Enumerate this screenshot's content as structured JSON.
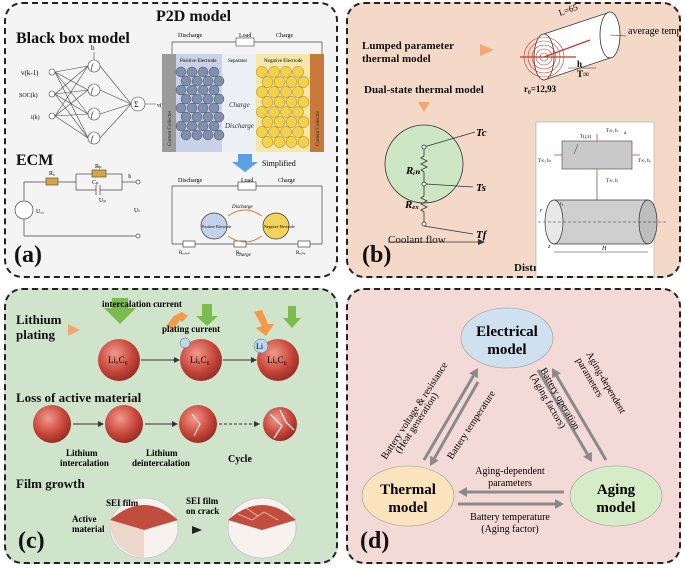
{
  "panel_a": {
    "tag": "(a)",
    "title": "P2D model",
    "black_box": "Black box model",
    "ecm": "ECM",
    "nn_inputs": [
      "v(k-1)",
      "SOC(k)",
      "i(k)"
    ],
    "nn_output": "v(k)",
    "nn_b": "b",
    "nn_f": "f",
    "nn_sum": "Σ",
    "ecm_labels": {
      "r0": "R₀",
      "rp": "Rₚ",
      "cp": "Cₚ",
      "up": "Uₚ",
      "i": "Iₗ",
      "uoc": "U꜀꜀",
      "ut": "Uₜ"
    },
    "p2d_top": {
      "discharge": "Discharge",
      "load": "Load",
      "charge": "Charge",
      "positive": "Positive Electrode",
      "separator": "Separator",
      "negative": "Negative Electrode",
      "cc_left": "Current Collector",
      "cc_right": "Current Collector",
      "charge_mid": "Charge",
      "discharge_mid": "Discharge"
    },
    "simplified": "Simplified",
    "p2d_bottom": {
      "discharge": "Discharge",
      "load": "Load",
      "charge": "Charge",
      "pos": "Positive Electrode",
      "neg": "Negative Electrode",
      "r_left": "Rₑ,ₛₑₚ",
      "r_mid": "Rₑ",
      "r_right": "Rₑ,ₙₑ",
      "d_top": "Discharge",
      "c_bottom": "Charge"
    }
  },
  "panel_b": {
    "tag": "(b)",
    "lumped": "Lumped parameter thermal model",
    "dual": "Dual-state thermal model",
    "distributed": "Distributed thermal model",
    "coolant": "Coolant flow",
    "avg_temp": "average temperature",
    "length": "L=65",
    "h_label": "h",
    "t_inf": "T∞",
    "radius": "r₀=12,93",
    "rin": "Rᵢₙ",
    "rex": "Rₑₓ",
    "tc": "Tc",
    "ts": "Ts",
    "tf": "Tf",
    "grid_labels": {
      "tz": "T(r,z)",
      "tinf_h": "T∞, h",
      "tinf_h2": "T∞, h",
      "tinf_l": "T∞, hₗ",
      "tinf_r": "T∞, hᵣ",
      "a": "a",
      "r": "r",
      "z": "z",
      "H": "H",
      "r0": "r₀"
    }
  },
  "panel_c": {
    "tag": "(c)",
    "lithium": "Lithium",
    "plating": "plating",
    "intercalation_current": "intercalation current",
    "plating_current": "plating current",
    "li": "Li",
    "particles": [
      "LiₓC₆",
      "LiₓC₆",
      "LiₓC₆"
    ],
    "loss": "Loss of active material",
    "lithium_intercalation": [
      "Lithium",
      "intercalation"
    ],
    "lithium_deintercalation": [
      "Lithium",
      "deintercalation"
    ],
    "cycle": "Cycle",
    "film": "Film growth",
    "sei_film": "SEI film",
    "active": [
      "Active",
      "material"
    ],
    "sei_crack": [
      "SEI film",
      "on crack"
    ]
  },
  "panel_d": {
    "tag": "(d)",
    "electrical": [
      "Electrical",
      "model"
    ],
    "thermal": [
      "Thermal",
      "model"
    ],
    "aging": [
      "Aging",
      "model"
    ],
    "left_outer": "Battery voltage & resistance",
    "left_outer2": "(Heat generation)",
    "left_inner": "Battery temperature",
    "right_inner": [
      "Battery operation",
      "(Aging factors)"
    ],
    "right_outer": [
      "Aging-dependent",
      "parameters"
    ],
    "bottom_top": [
      "Aging-dependent",
      "parameters"
    ],
    "bottom_bottom": [
      "Battery temperature",
      "(Aging factor)"
    ],
    "colors": {
      "electrical": "#cfe1ef",
      "thermal": "#fbe3bd",
      "aging": "#d6ecc6",
      "arrow": "#8a8a8a"
    }
  }
}
